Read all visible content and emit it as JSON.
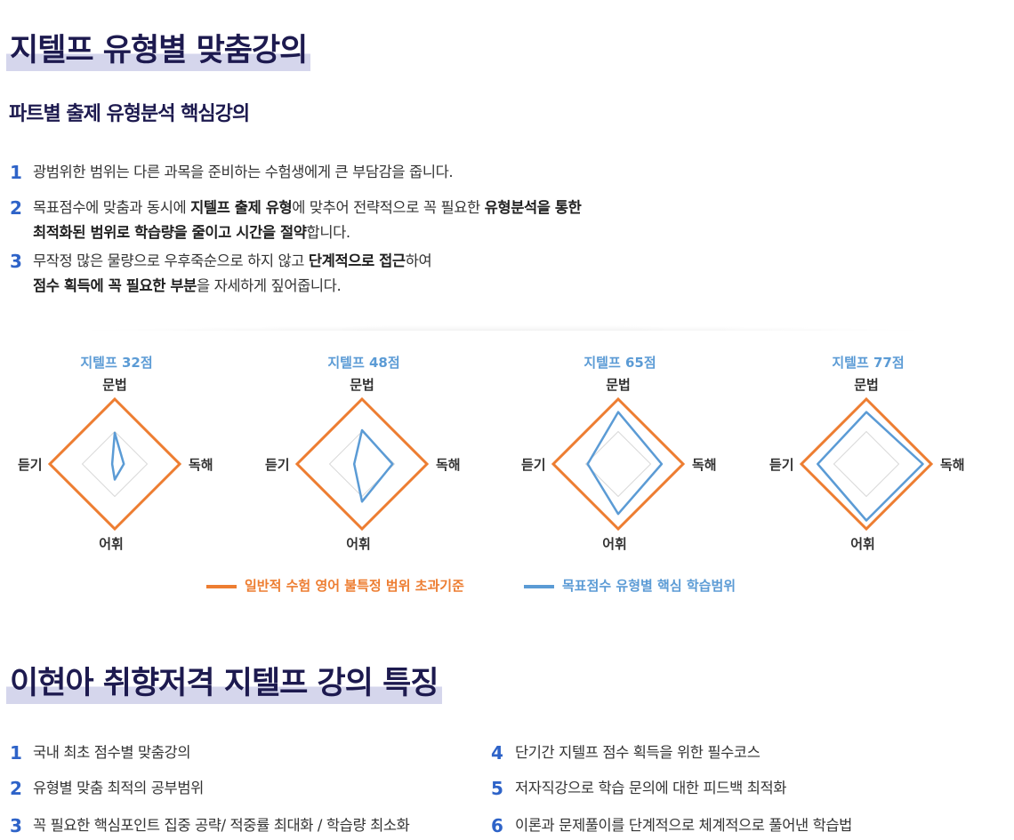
{
  "section1": {
    "title": "지텔프 유형별 맞춤강의",
    "subtitle": "파트별 출제 유형분석 핵심강의",
    "items": [
      {
        "num": "1",
        "lines": [
          [
            {
              "t": "광범위한 범위는 다른 과목을 준비하는 수험생에게 큰 부담감을 줍니다.",
              "b": false
            }
          ]
        ]
      },
      {
        "num": "2",
        "lines": [
          [
            {
              "t": "목표점수에 맞춤과 동시에 ",
              "b": false
            },
            {
              "t": "지텔프 출제 유형",
              "b": true
            },
            {
              "t": "에 맞추어 전략적으로 꼭 필요한 ",
              "b": false
            },
            {
              "t": "유형분석을 통한",
              "b": true
            }
          ],
          [
            {
              "t": "최적화된 범위로 학습량을 줄이고 시간을 절약",
              "b": true
            },
            {
              "t": "합니다.",
              "b": false
            }
          ]
        ]
      },
      {
        "num": "3",
        "lines": [
          [
            {
              "t": "무작정 많은 물량으로 우후죽순으로 하지 않고 ",
              "b": false
            },
            {
              "t": "단계적으로 접근",
              "b": true
            },
            {
              "t": "하여",
              "b": false
            }
          ],
          [
            {
              "t": "점수 획득에 꼭 필요한 부분",
              "b": true
            },
            {
              "t": "을 자세하게 짚어줍니다.",
              "b": false
            }
          ]
        ]
      }
    ]
  },
  "chart_data": {
    "type": "radar",
    "axes": [
      "문법",
      "독해",
      "어휘",
      "듣기"
    ],
    "series": [
      {
        "name": "일반적 수험 영어 불특정 범위 초과기준",
        "color": "#ed7d31"
      },
      {
        "name": "목표점수 유형별 핵심 학습범위",
        "color": "#5b9bd5"
      }
    ],
    "charts": [
      {
        "title": "지텔프 32점",
        "orange": [
          1.0,
          1.0,
          1.0,
          1.0
        ],
        "blue": [
          0.48,
          0.14,
          0.24,
          0.04
        ]
      },
      {
        "title": "지텔프 48점",
        "orange": [
          1.0,
          1.0,
          1.0,
          1.0
        ],
        "blue": [
          0.52,
          0.47,
          0.58,
          0.12
        ]
      },
      {
        "title": "지텔프 65점",
        "orange": [
          1.0,
          1.0,
          1.0,
          1.0
        ],
        "blue": [
          0.8,
          0.67,
          0.77,
          0.47
        ]
      },
      {
        "title": "지텔프 77점",
        "orange": [
          1.0,
          1.0,
          1.0,
          1.0
        ],
        "blue": [
          0.8,
          0.87,
          0.87,
          0.75
        ]
      }
    ],
    "inner_grid_level": 0.5
  },
  "section2": {
    "title": "이현아 취향저격 지텔프 강의 특징",
    "left": [
      {
        "num": "1",
        "text": "국내 최초 점수별 맞춤강의"
      },
      {
        "num": "2",
        "text": "유형별 맞춤 최적의 공부범위"
      },
      {
        "num": "3",
        "text": "꼭 필요한 핵심포인트 집중 공략/ 적중률 최대화 / 학습량 최소화"
      }
    ],
    "right": [
      {
        "num": "4",
        "text": "단기간 지텔프 점수 획득을 위한 필수코스"
      },
      {
        "num": "5",
        "text": "저자직강으로 학습 문의에 대한 피드백 최적화"
      },
      {
        "num": "6",
        "text": "이론과 문제풀이를 단계적으로 체계적으로 풀어낸 학습법"
      }
    ]
  }
}
